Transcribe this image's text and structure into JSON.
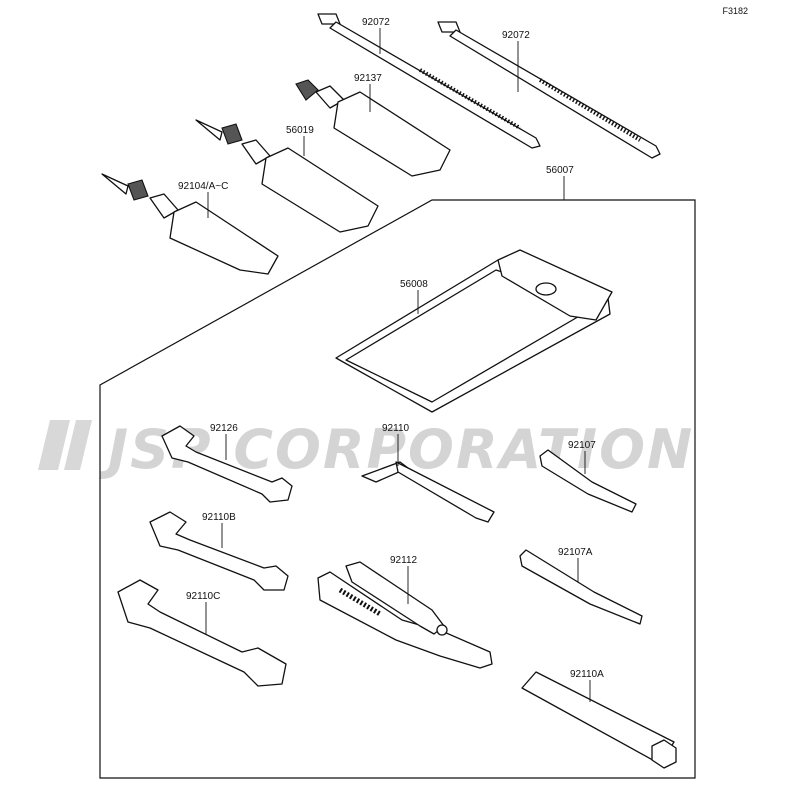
{
  "figure_code": "F3182",
  "watermark": "JSP CORPORATION",
  "parts": [
    {
      "id": "p92072a",
      "number": "92072"
    },
    {
      "id": "p92072b",
      "number": "92072"
    },
    {
      "id": "p92137",
      "number": "92137"
    },
    {
      "id": "p56019",
      "number": "56019"
    },
    {
      "id": "p92104",
      "number": "92104/A~C"
    },
    {
      "id": "p56007",
      "number": "56007"
    },
    {
      "id": "p56008",
      "number": "56008"
    },
    {
      "id": "p92126",
      "number": "92126"
    },
    {
      "id": "p92110",
      "number": "92110"
    },
    {
      "id": "p92107",
      "number": "92107"
    },
    {
      "id": "p92110B",
      "number": "92110B"
    },
    {
      "id": "p92112",
      "number": "92112"
    },
    {
      "id": "p92107A",
      "number": "92107A"
    },
    {
      "id": "p92110C",
      "number": "92110C"
    },
    {
      "id": "p92110A",
      "number": "92110A"
    }
  ]
}
